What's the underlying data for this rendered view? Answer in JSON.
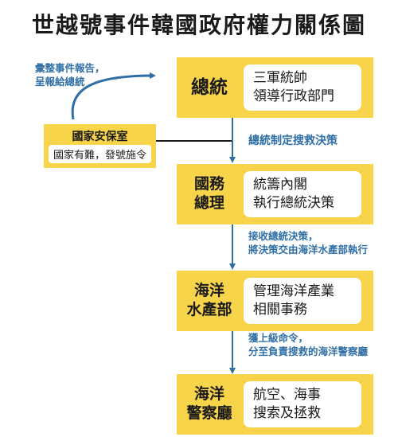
{
  "title": "世越號事件韓國政府權力關係圖",
  "side_note": {
    "lines": [
      "彙整事件報告，",
      "呈報給總統"
    ]
  },
  "nsc": {
    "title": "國家安保室",
    "desc": "國家有難，發號施令"
  },
  "nodes": [
    {
      "role_lines": [
        "總統"
      ],
      "desc_lines": [
        "三軍統帥",
        "領導行政部門"
      ]
    },
    {
      "role_lines": [
        "國務",
        "總理"
      ],
      "desc_lines": [
        "統籌內閣",
        "執行總統決策"
      ]
    },
    {
      "role_lines": [
        "海洋",
        "水產部"
      ],
      "desc_lines": [
        "管理海洋產業",
        "相關事務"
      ]
    },
    {
      "role_lines": [
        "海洋",
        "警察廳"
      ],
      "desc_lines": [
        "航空、海事",
        "搜索及拯救"
      ]
    }
  ],
  "edges": [
    {
      "lines": [
        "總統制定搜救決策"
      ]
    },
    {
      "lines": [
        "接收總統決策，",
        "將決策交由海洋水產部執行"
      ]
    },
    {
      "lines": [
        "獲上級命令，",
        "分至負責搜救的海洋警察廳"
      ]
    }
  ],
  "colors": {
    "box": "#f7d44a",
    "arrow": "#2f6fa6",
    "text": "#1a1a1a",
    "nsc_line": "#1a1a1a"
  }
}
